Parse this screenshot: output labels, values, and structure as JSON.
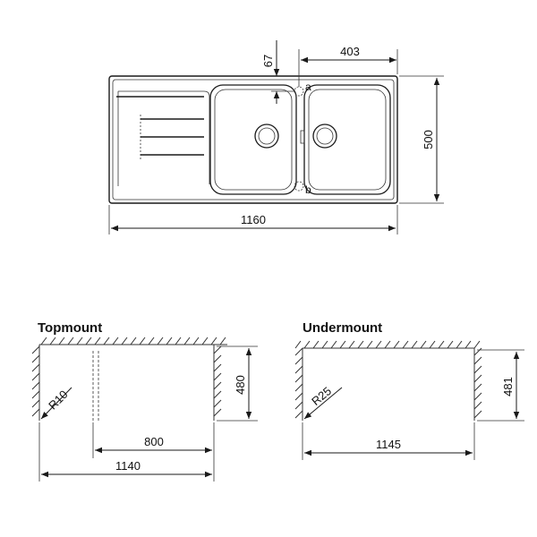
{
  "top_view": {
    "dims": {
      "d67": "67",
      "d403": "403",
      "d500": "500",
      "d1160": "1160"
    },
    "points": {
      "a": "a",
      "b": "b"
    }
  },
  "topmount": {
    "title": "Topmount",
    "radius": "R10",
    "height": "480",
    "inner_width": "800",
    "outer_width": "1140"
  },
  "undermount": {
    "title": "Undermount",
    "radius": "R25",
    "height": "481",
    "width": "1145"
  }
}
